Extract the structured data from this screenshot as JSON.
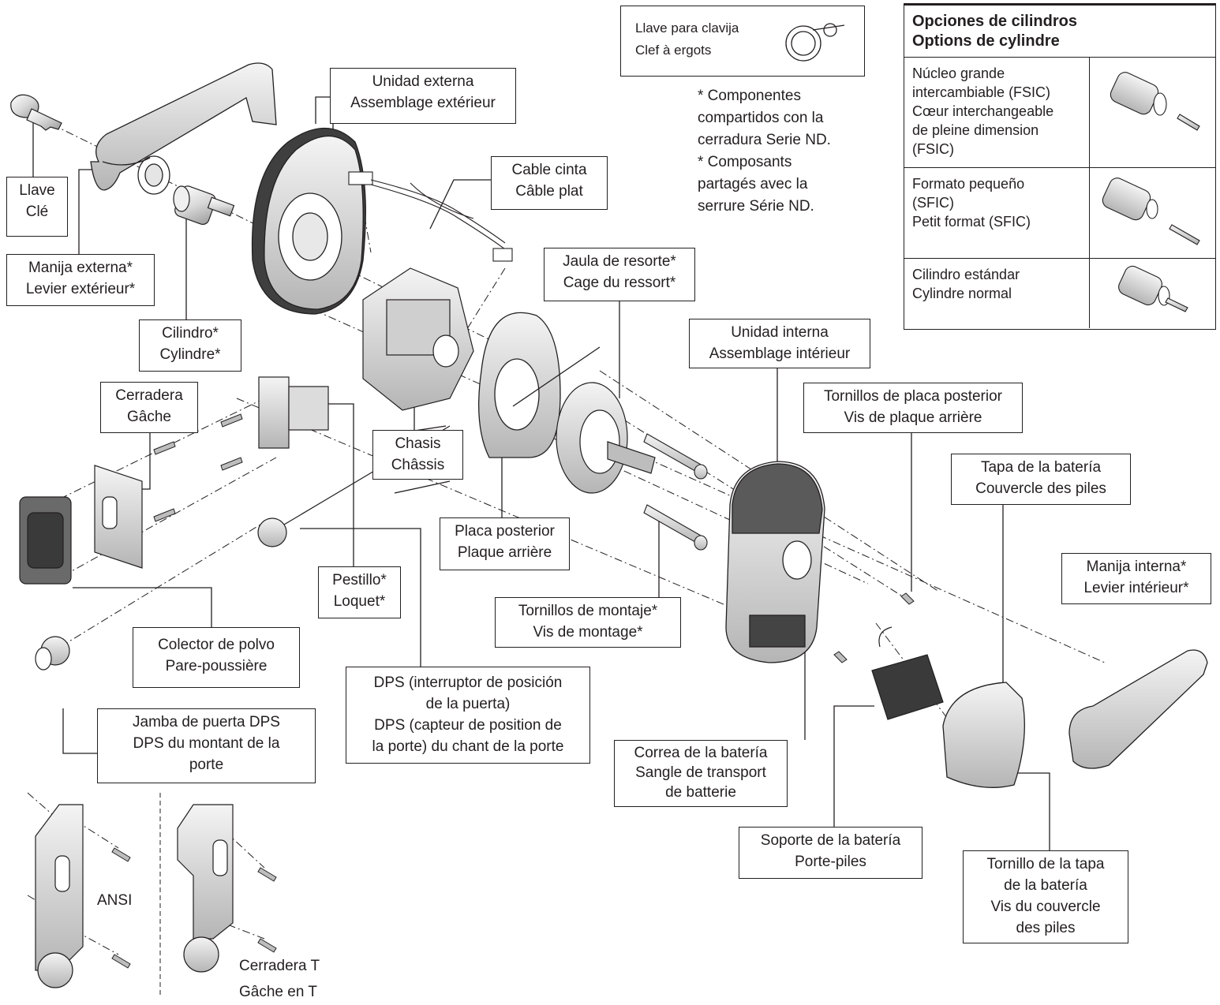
{
  "labels": {
    "key": [
      "Llave",
      "Clé"
    ],
    "outside_lever": [
      "Manija externa*",
      "Levier extérieur*"
    ],
    "cylinder": [
      "Cilindro*",
      "Cylindre*"
    ],
    "outside_assembly": [
      "Unidad externa",
      "Assemblage extérieur"
    ],
    "ribbon_cable": [
      "Cable cinta",
      "Câble plat"
    ],
    "spring_cage": [
      "Jaula de resorte*",
      "Cage du ressort*"
    ],
    "inside_assembly": [
      "Unidad interna",
      "Assemblage intérieur"
    ],
    "back_plate_screws": [
      "Tornillos de placa posterior",
      "Vis de plaque arrière"
    ],
    "battery_cover": [
      "Tapa de la batería",
      "Couvercle des piles"
    ],
    "inside_lever": [
      "Manija interna*",
      "Levier intérieur*"
    ],
    "strike": [
      "Cerradera",
      "Gâche"
    ],
    "chassis": [
      "Chasis",
      "Châssis"
    ],
    "back_plate": [
      "Placa posterior",
      "Plaque arrière"
    ],
    "latch": [
      "Pestillo*",
      "Loquet*"
    ],
    "mounting_screws": [
      "Tornillos de montaje*",
      "Vis de montage*"
    ],
    "dust_box": [
      "Colector de polvo",
      "Pare-poussière"
    ],
    "dps": [
      "DPS (interruptor de posición",
      "de la puerta)",
      "DPS (capteur de position de",
      "la porte) du chant de la porte"
    ],
    "door_jamb_dps": [
      "Jamba de puerta DPS",
      "DPS du montant de la",
      "porte"
    ],
    "battery_strap": [
      "Correa de la batería",
      "Sangle de transport",
      "de batterie"
    ],
    "battery_holder": [
      "Soporte de la batería",
      "Porte-piles"
    ],
    "battery_cover_screw": [
      "Tornillo de la tapa",
      "de la batería",
      "Vis du couvercle",
      "des piles"
    ],
    "ansi": "ANSI",
    "t_strike": [
      "Cerradera T",
      "Gâche en T"
    ]
  },
  "spanner_wrench": [
    "Llave para clavija",
    "Clef à ergots"
  ],
  "shared_note": [
    "* Componentes",
    "compartidos con la",
    "cerradura Serie ND.",
    "* Composants",
    "partagés avec la",
    "serrure Série ND."
  ],
  "cylinder_options": {
    "title": [
      "Opciones de cilindros",
      "Options de cylindre"
    ],
    "rows": [
      [
        "Núcleo grande",
        "intercambiable (FSIC)",
        "Cœur interchangeable",
        "de pleine dimension",
        "(FSIC)"
      ],
      [
        "Formato pequeño",
        "(SFIC)",
        "Petit format (SFIC)"
      ],
      [
        "Cilindro estándar",
        "Cylindre normal"
      ]
    ]
  }
}
